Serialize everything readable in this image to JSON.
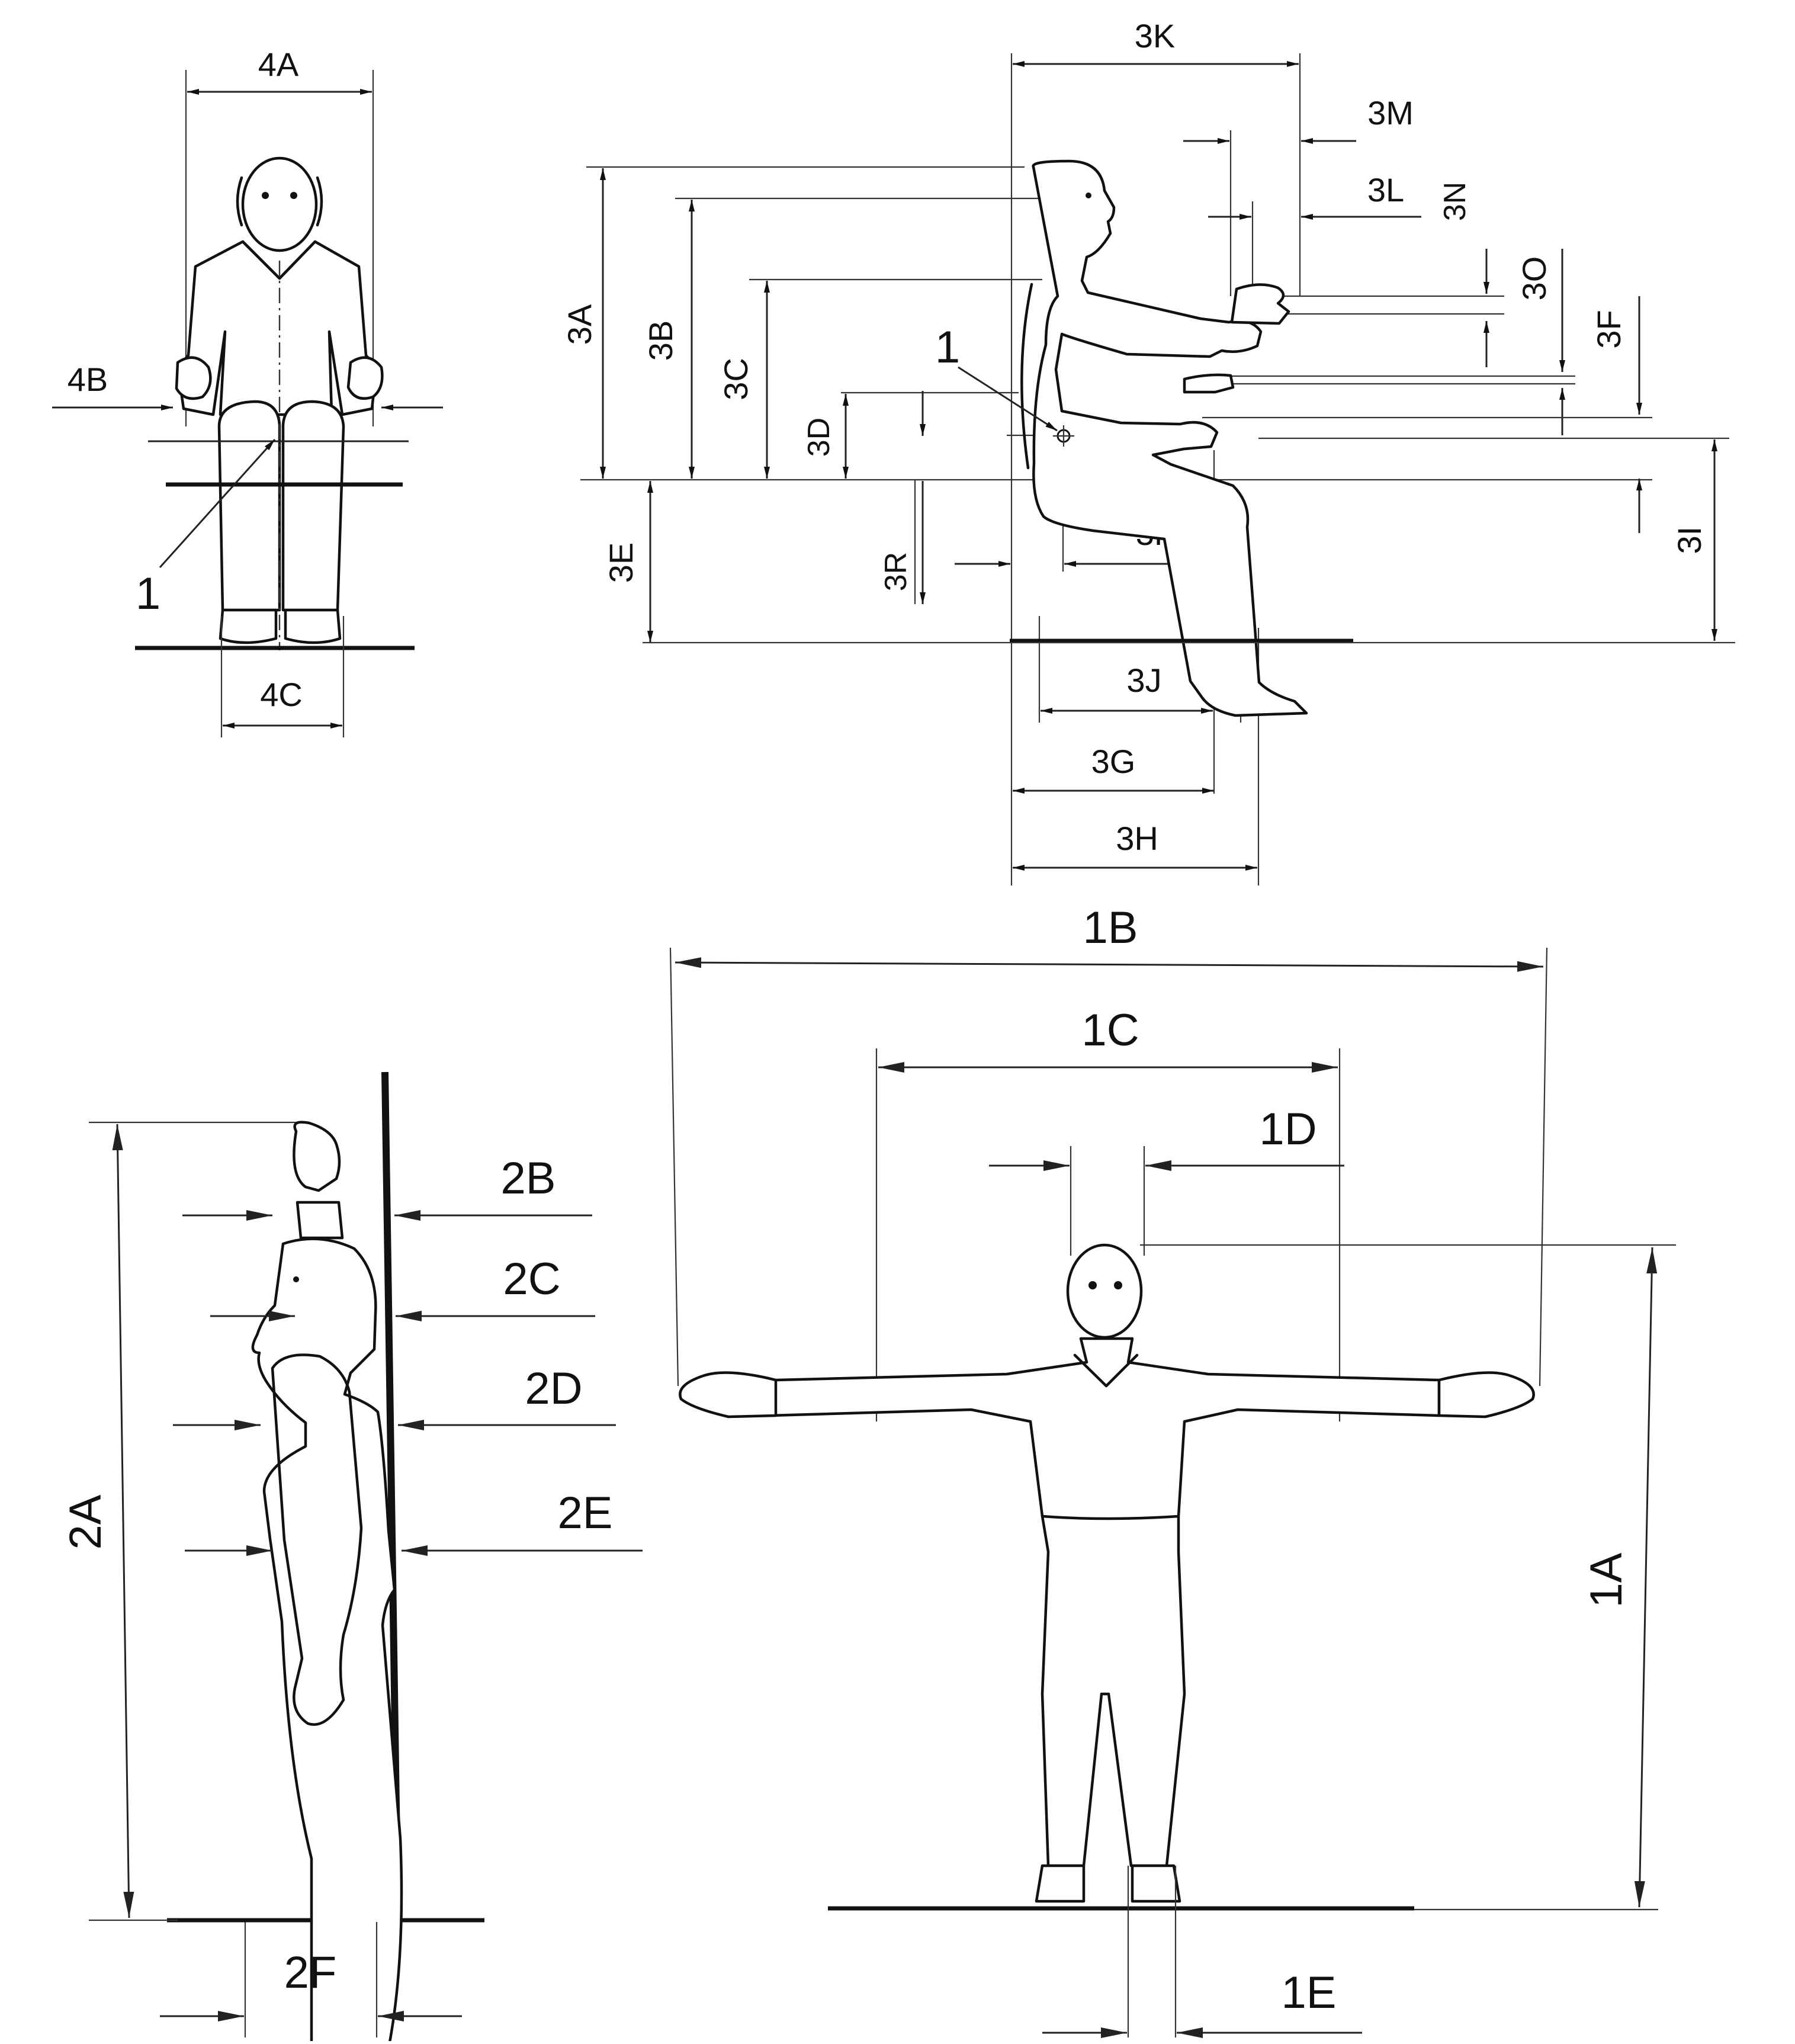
{
  "labels": {
    "a4A": "4A",
    "a4B": "4B",
    "a4C": "4C",
    "a3K": "3K",
    "a3M": "3M",
    "a3L": "3L",
    "a3N": "3N",
    "a3O": "3O",
    "a3A": "3A",
    "a3B": "3B",
    "a3C": "3C",
    "a3D": "3D",
    "a3E": "3E",
    "a3F": "3F",
    "a3G": "3G",
    "a3H": "3H",
    "a3I": "3I",
    "a3J": "3J",
    "a3P": "3P",
    "a3R": "3R",
    "a1B": "1B",
    "a1C": "1C",
    "a1D": "1D",
    "a1E": "1E",
    "a1A": "1A",
    "a2A": "2A",
    "a2B": "2B",
    "a2C": "2C",
    "a2D": "2D",
    "a2E": "2E",
    "a2F": "2F",
    "ref1": "1"
  },
  "colors": {
    "ink": "#111111",
    "background": "#ffffff"
  }
}
